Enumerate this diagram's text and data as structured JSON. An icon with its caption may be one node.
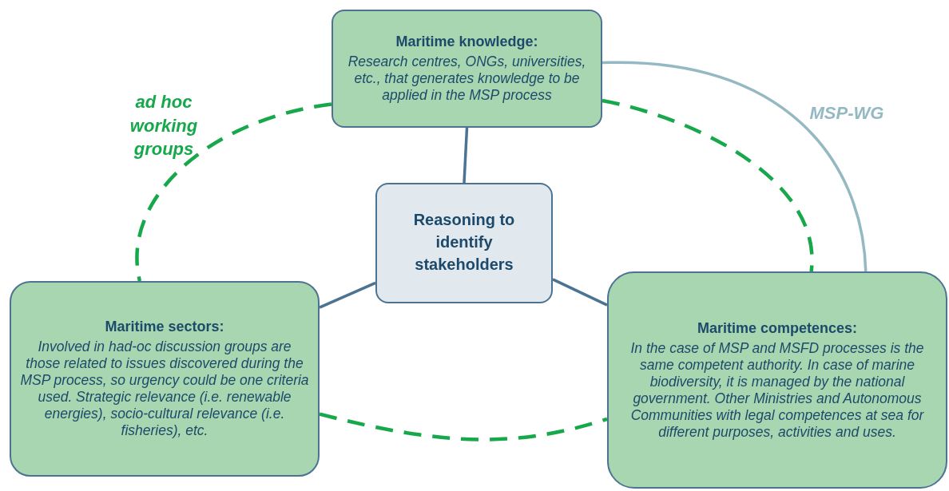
{
  "diagram": {
    "nodes": [
      {
        "text": [
          "Maritime knowledge:",
          "Research centres, ONGs, universities, etc., that generates knowledge to be applied in the MSP process"
        ]
      },
      {
        "text": [
          "Reasoning to identify stakeholders"
        ]
      },
      {
        "text": [
          "Maritime sectors:",
          "Involved in had-oc discussion groups are those related to issues discovered during the MSP process, so urgency could be one criteria used. Strategic relevance (i.e. renewable energies), socio-cultural relevance (i.e. fisheries), etc."
        ]
      },
      {
        "text": [
          "Maritime competences:",
          "In the case of MSP and MSFD processes is the same competent authority. In case of marine biodiversity, it is managed by the national government. Other Ministries and Autonomous Communities with legal competences at sea for different purposes, activities and uses."
        ]
      }
    ],
    "edges": [
      {
        "from": 1,
        "to": 0,
        "arrow": "none"
      },
      {
        "from": 1,
        "to": 2,
        "arrow": "none"
      },
      {
        "from": 1,
        "to": 3,
        "arrow": "none"
      },
      {
        "from": 0,
        "to": 2,
        "arrow": "none",
        "style": "dashed",
        "color": "#17a84b"
      },
      {
        "from": 2,
        "to": 3,
        "arrow": "none",
        "style": "dashed",
        "color": "#17a84b"
      },
      {
        "from": 0,
        "to": 3,
        "arrow": "none",
        "style": "dashed",
        "color": "#17a84b"
      },
      {
        "from": 0,
        "to": 3,
        "arrow": "none",
        "color": "#94b9c2"
      }
    ],
    "labels": [
      "ad hoc working groups",
      "MSP-WG"
    ]
  }
}
